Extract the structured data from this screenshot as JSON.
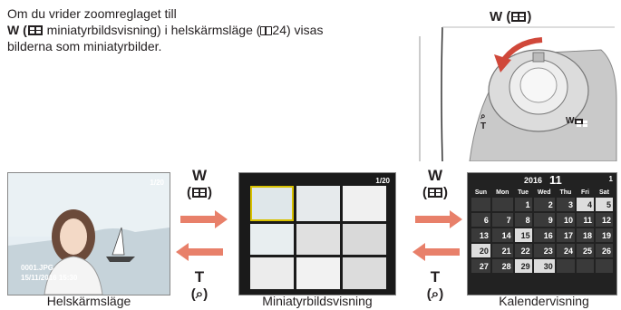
{
  "intro": {
    "line1": "Om du vrider zoomreglaget till",
    "w_letter": "W",
    "line2_mid": "miniatyrbildsvisning) i helskärmsläge (",
    "page_ref": "24) visas",
    "line3": "bilderna som miniatyrbilder."
  },
  "camera": {
    "label": "W (",
    "label_end": ")",
    "t_label": "T",
    "w_label": "W"
  },
  "screens": {
    "full": {
      "counter": "1/20",
      "date": "15/11/2016 15:30",
      "id": "0001.JPG",
      "caption": "Helskärmsläge"
    },
    "thumbs": {
      "counter": "1/20",
      "caption": "Miniatyrbildsvisning"
    },
    "calendar": {
      "year": "2016",
      "month": "11",
      "counter": "1",
      "caption": "Kalendervisning",
      "days": [
        "Sun",
        "Mon",
        "Tue",
        "Wed",
        "Thu",
        "Fri",
        "Sat"
      ],
      "weeks": [
        [
          "",
          "",
          "1",
          "2",
          "3",
          "4",
          "5"
        ],
        [
          "6",
          "7",
          "8",
          "9",
          "10",
          "11",
          "12"
        ],
        [
          "13",
          "14",
          "15",
          "16",
          "17",
          "18",
          "19"
        ],
        [
          "20",
          "21",
          "22",
          "23",
          "24",
          "25",
          "26"
        ],
        [
          "27",
          "28",
          "29",
          "30",
          "",
          "",
          ""
        ]
      ]
    }
  },
  "zoom": {
    "left": {
      "w": "W",
      "t": "T",
      "open": "(",
      "close": ")",
      "q_paren": "(",
      "q_close": ")"
    },
    "right": {
      "w": "W",
      "t": "T",
      "open": "(",
      "close": ")",
      "q_paren": "(",
      "q_close": ")"
    }
  },
  "colors": {
    "arrow": "#e8806a",
    "calendar_bg": "#222",
    "cell_photo": "#ddd"
  }
}
